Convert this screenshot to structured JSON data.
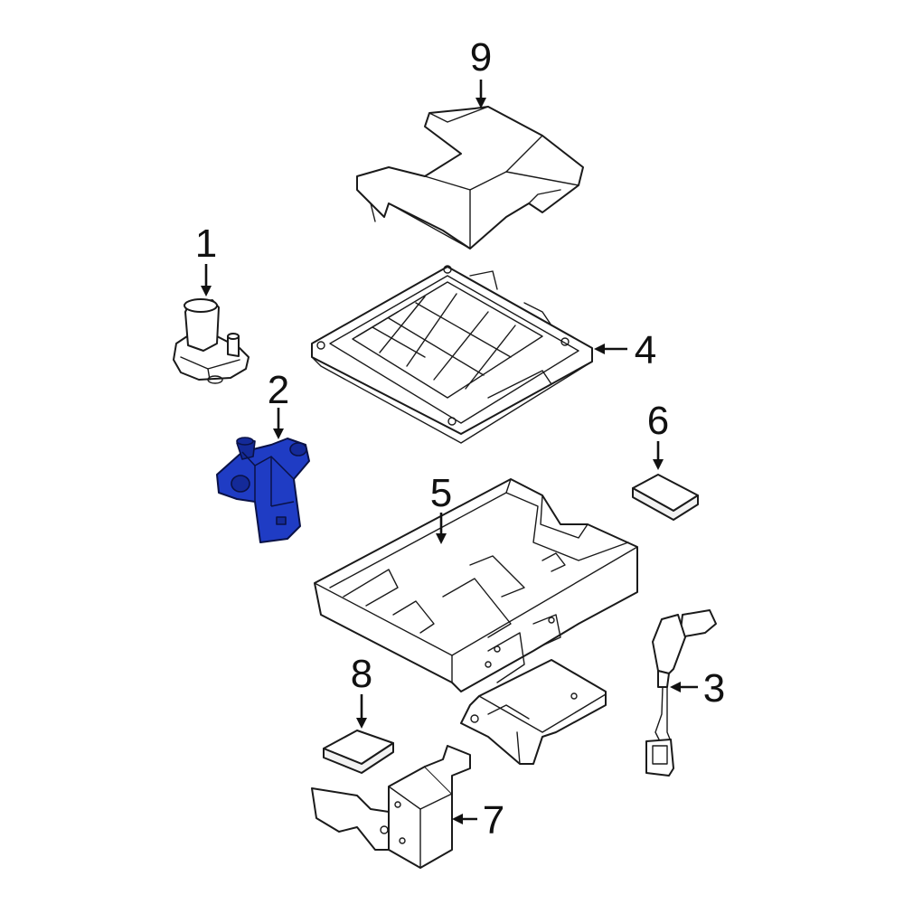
{
  "colors": {
    "outline": "#1a1a1a",
    "highlight": "#1f3cc4",
    "background": "#ffffff"
  },
  "callouts": [
    {
      "id": "1",
      "label": "1"
    },
    {
      "id": "2",
      "label": "2",
      "highlighted": true
    },
    {
      "id": "3",
      "label": "3"
    },
    {
      "id": "4",
      "label": "4"
    },
    {
      "id": "5",
      "label": "5"
    },
    {
      "id": "6",
      "label": "6"
    },
    {
      "id": "7",
      "label": "7"
    },
    {
      "id": "8",
      "label": "8"
    },
    {
      "id": "9",
      "label": "9"
    }
  ]
}
